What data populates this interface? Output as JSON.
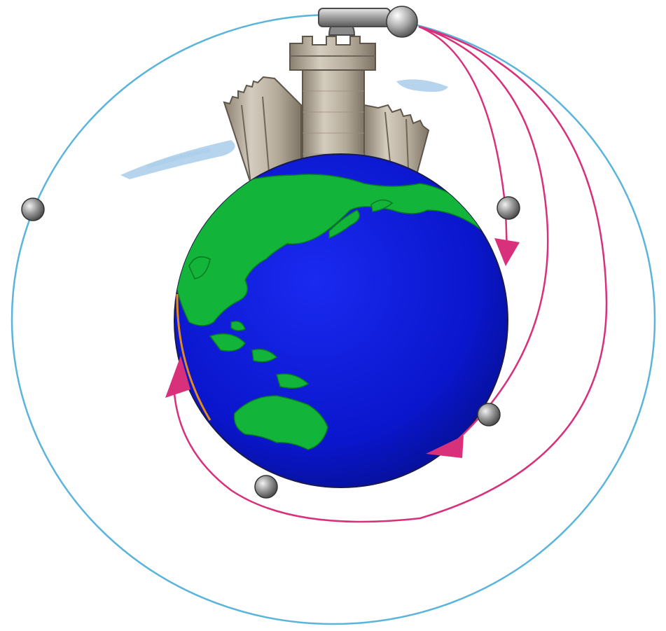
{
  "colors": {
    "orbit": "#5ab4dc",
    "trajectory": "#d8307a",
    "ocean": "#0a16d2",
    "ocean_dark": "#040c8a",
    "land": "#12b43a",
    "land_dark": "#0a7a22",
    "stone": "#cfc6b8",
    "stone_dark": "#8d8374",
    "cloud": "#a9cdea",
    "cannonball": "#7a7a7a",
    "cannonball_light": "#dedede"
  },
  "figure": {
    "planet": "earth",
    "structure": "castle-with-cannon",
    "projectile_positions": 5,
    "trajectories": 3
  }
}
